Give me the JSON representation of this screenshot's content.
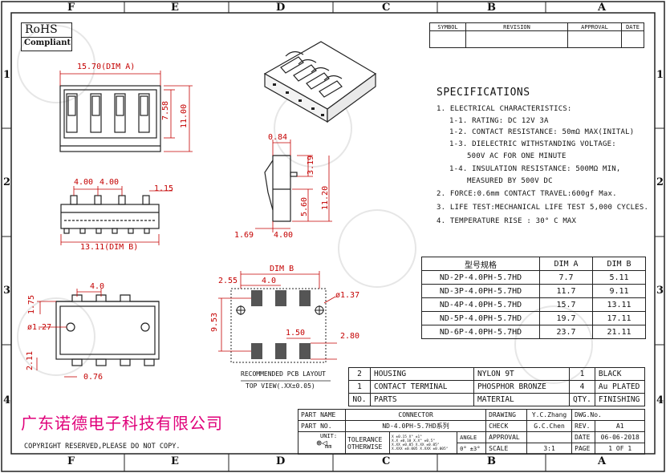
{
  "zones": {
    "columns_top": [
      "F",
      "E",
      "D",
      "C",
      "B",
      "A"
    ],
    "columns_bottom": [
      "F",
      "E",
      "D",
      "C",
      "B",
      "A"
    ],
    "rows_left": [
      "1",
      "2",
      "3",
      "4"
    ],
    "rows_right": [
      "1",
      "2",
      "3",
      "4"
    ]
  },
  "rohs": {
    "line1": "RoHS",
    "line2": "Compliant"
  },
  "revision_table": {
    "headers": [
      "SYMBOL",
      "REVISION",
      "APPROVAL",
      "DATE"
    ]
  },
  "specifications": {
    "title": "SPECIFICATIONS",
    "lines": [
      "1. ELECTRICAL CHARACTERISTICS:",
      "1-1. RATING: DC 12V 3A",
      "1-2. CONTACT RESISTANCE: 50mΩ  MAX(INITAL)",
      "1-3. DIELECTRIC WITHSTANDING VOLTAGE:",
      "500V AC FOR ONE MINUTE",
      "1-4. INSULATION RESISTANCE: 500MΩ  MIN,",
      "MEASURED BY 500V DC",
      "2. FORCE:0.6mm CONTACT TRAVEL:600gf Max.",
      "3. LIFE TEST:MECHANICAL LIFE TEST 5,000 CYCLES.",
      "4. TEMPERATURE RISE : 30° C MAX"
    ]
  },
  "dim_table": {
    "headers": [
      "型号规格",
      "DIM A",
      "DIM B"
    ],
    "rows": [
      [
        "ND-2P-4.0PH-5.7HD",
        "7.7",
        "5.11"
      ],
      [
        "ND-3P-4.0PH-5.7HD",
        "11.7",
        "9.11"
      ],
      [
        "ND-4P-4.0PH-5.7HD",
        "15.7",
        "13.11"
      ],
      [
        "ND-5P-4.0PH-5.7HD",
        "19.7",
        "17.11"
      ],
      [
        "ND-6P-4.0PH-5.7HD",
        "23.7",
        "21.11"
      ]
    ]
  },
  "dimensions": {
    "dim_a_top": "15.70(DIM A)",
    "h_758": "7.58",
    "h_1100": "11.00",
    "pitch1": "4.00",
    "pitch2": "4.00",
    "pin_115": "1.15",
    "dim_b_front": "13.11(DIM B)",
    "side_084": "0.84",
    "side_319": "3.19",
    "side_1120": "11.20",
    "side_560": "5.60",
    "side_169": "1.69",
    "side_400": "4.00",
    "pcb_dimb": "DIM B",
    "pcb_255": "2.55",
    "pcb_40": "4.0",
    "pcb_137": "ø1.37",
    "pcb_953": "9.53",
    "pcb_150": "1.50",
    "pcb_280": "2.80",
    "bot_40": "4.0",
    "bot_175": "1.75",
    "bot_127": "ø1.27",
    "bot_211": "2.11",
    "bot_076": "0.76"
  },
  "pcb_caption": {
    "line1": "RECOMMENDED PCB LAYOUT",
    "line2": "TOP VIEW(.XX±0.05)"
  },
  "bom": {
    "rows": [
      {
        "no": "2",
        "part": "HOUSING",
        "material": "NYLON 9T",
        "qty": "1",
        "finish": "BLACK"
      },
      {
        "no": "1",
        "part": "CONTACT TERMINAL",
        "material": "PHOSPHOR BRONZE",
        "qty": "4",
        "finish": "Au PLATED"
      }
    ],
    "header": {
      "no": "NO.",
      "part": "PARTS",
      "material": "MATERIAL",
      "qty": "QTY.",
      "finish": "FINISHING"
    }
  },
  "company": "广东诺德电子科技有限公司",
  "copyright": "COPYRIGHT RESERVED,PLEASE DO NOT COPY.",
  "title_block": {
    "part_name_label": "PART NAME",
    "part_name": "CONNECTOR",
    "part_no_label": "PART NO.",
    "part_no": "ND-4.0PH-5.7HD系列",
    "drawing_label": "DRAWING",
    "drawing": "Y.C.Zhang",
    "check_label": "CHECK",
    "check": "G.C.Chen",
    "approval_label": "APPROVAL",
    "scale_label": "SCALE",
    "scale": "3:1",
    "dwg_no_label": "DWG.No.",
    "rev_label": "REV.",
    "rev": "A1",
    "date_label": "DATE",
    "date": "06-06-2018",
    "page_label": "PAGE",
    "page": "1 OF 1",
    "unit_label": "UNIT:",
    "unit": "mm",
    "tolerance_label": "TOLERANCE",
    "otherwise_label": "OTHERWISE",
    "angle_label": "ANGLE",
    "angle": "0° ±3°",
    "tol_lines": [
      "X  ±0.15  X°  ±1°",
      "X.X ±0.10  X.X° ±0.5°",
      "X.XX ±0.05  X.XX ±0.05°",
      "X.XXX ±0.005 X.XXX ±0.005°"
    ]
  }
}
